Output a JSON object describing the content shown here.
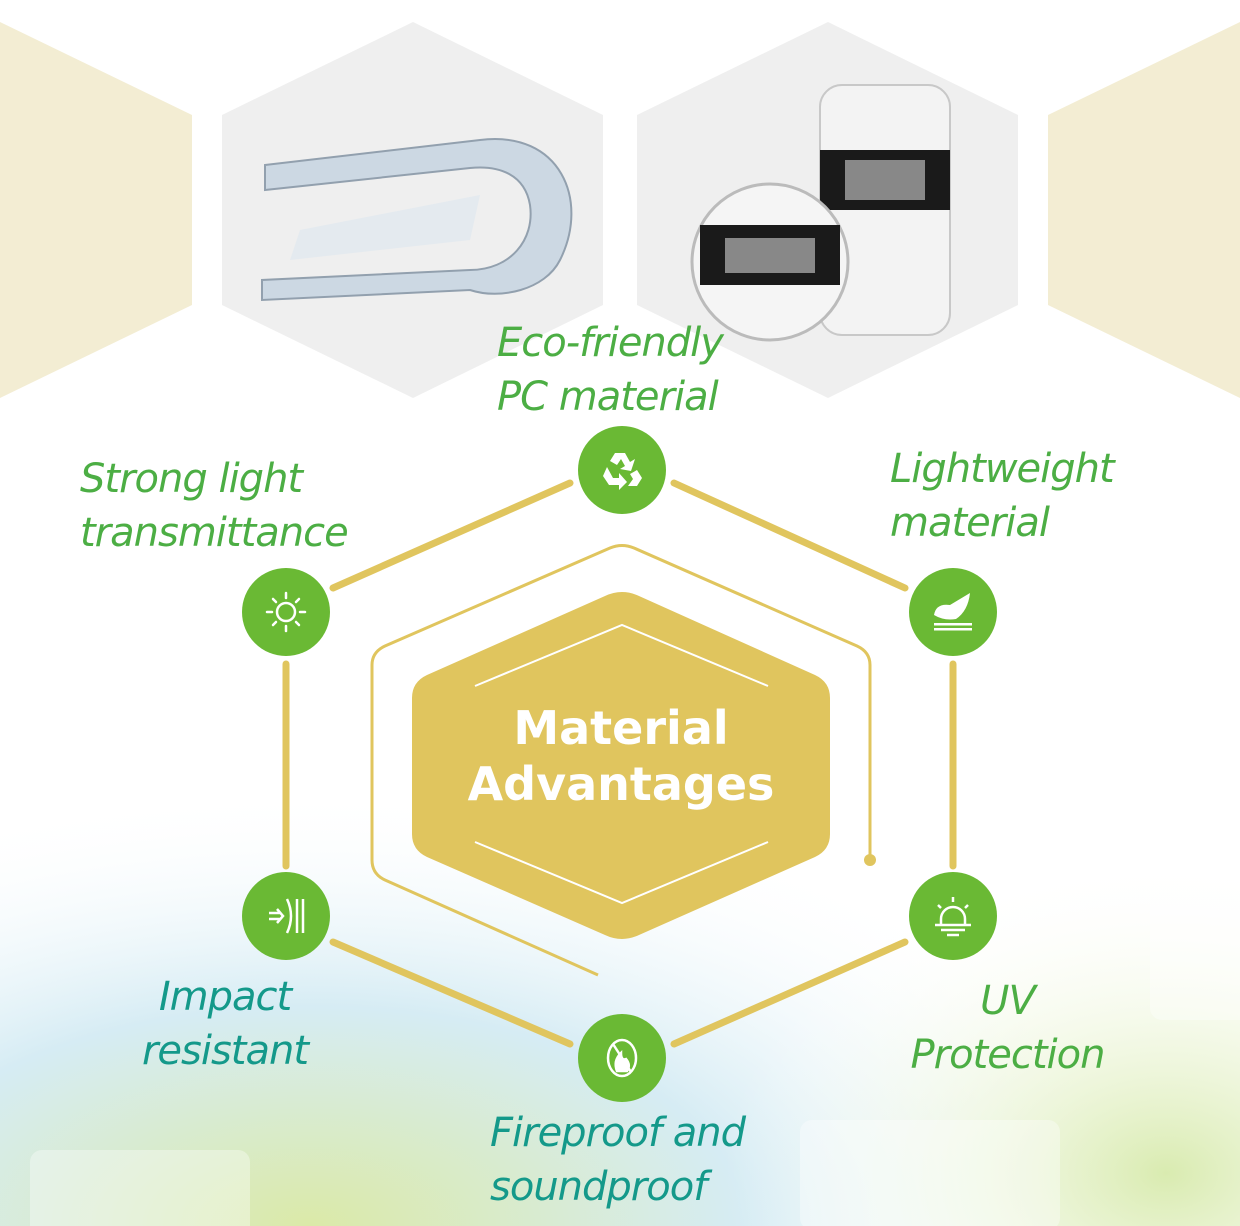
{
  "center": {
    "line1": "Material",
    "line2": "Advantages"
  },
  "features": {
    "eco": {
      "line1": "Eco-friendly",
      "line2": "PC material",
      "icon": "recycle-icon"
    },
    "light": {
      "line1": "Strong light",
      "line2": "transmittance",
      "icon": "sun-icon"
    },
    "weight": {
      "line1": "Lightweight",
      "line2": "material",
      "icon": "feather-icon"
    },
    "impact": {
      "line1": "Impact",
      "line2": "resistant",
      "icon": "impact-icon"
    },
    "uv": {
      "line1": "UV",
      "line2": "Protection",
      "icon": "uv-lamp-icon"
    },
    "fire": {
      "line1": "Fireproof and",
      "line2": "soundproof",
      "icon": "no-fire-icon"
    }
  },
  "colors": {
    "green": "#6ab934",
    "label_green": "#4cae44",
    "label_teal": "#14998a",
    "gold": "#e0c55e",
    "cream": "#f3edd3",
    "hex_grey": "#efefef"
  }
}
